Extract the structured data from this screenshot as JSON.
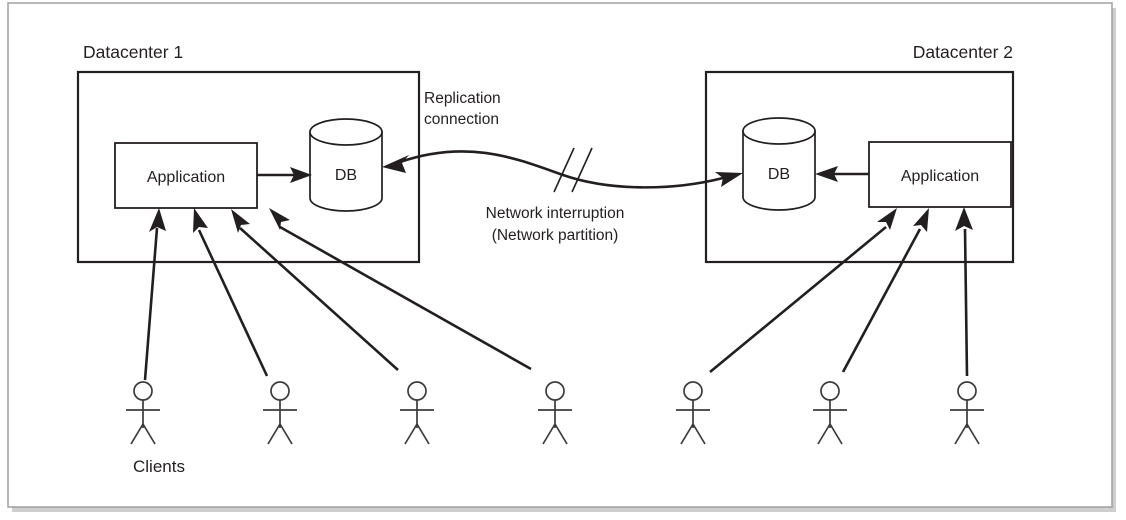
{
  "figure": {
    "title_alt": "Replication between two datacenters with a network partition",
    "background": "#ffffff",
    "ink_color": "#231f20",
    "frame_color": "#9a9a9a",
    "person_color": "#3b3b3b"
  },
  "datacenter1": {
    "label": "Datacenter 1",
    "application_label": "Application",
    "db_label": "DB",
    "client_count": 4
  },
  "datacenter2": {
    "label": "Datacenter 2",
    "application_label": "Application",
    "db_label": "DB",
    "client_count": 3
  },
  "replication": {
    "label_line1": "Replication",
    "label_line2": "connection",
    "break_symbol": "//"
  },
  "interruption": {
    "label_line1": "Network interruption",
    "label_line2": "(Network partition)"
  },
  "clients": {
    "label": "Clients",
    "total": 7
  }
}
